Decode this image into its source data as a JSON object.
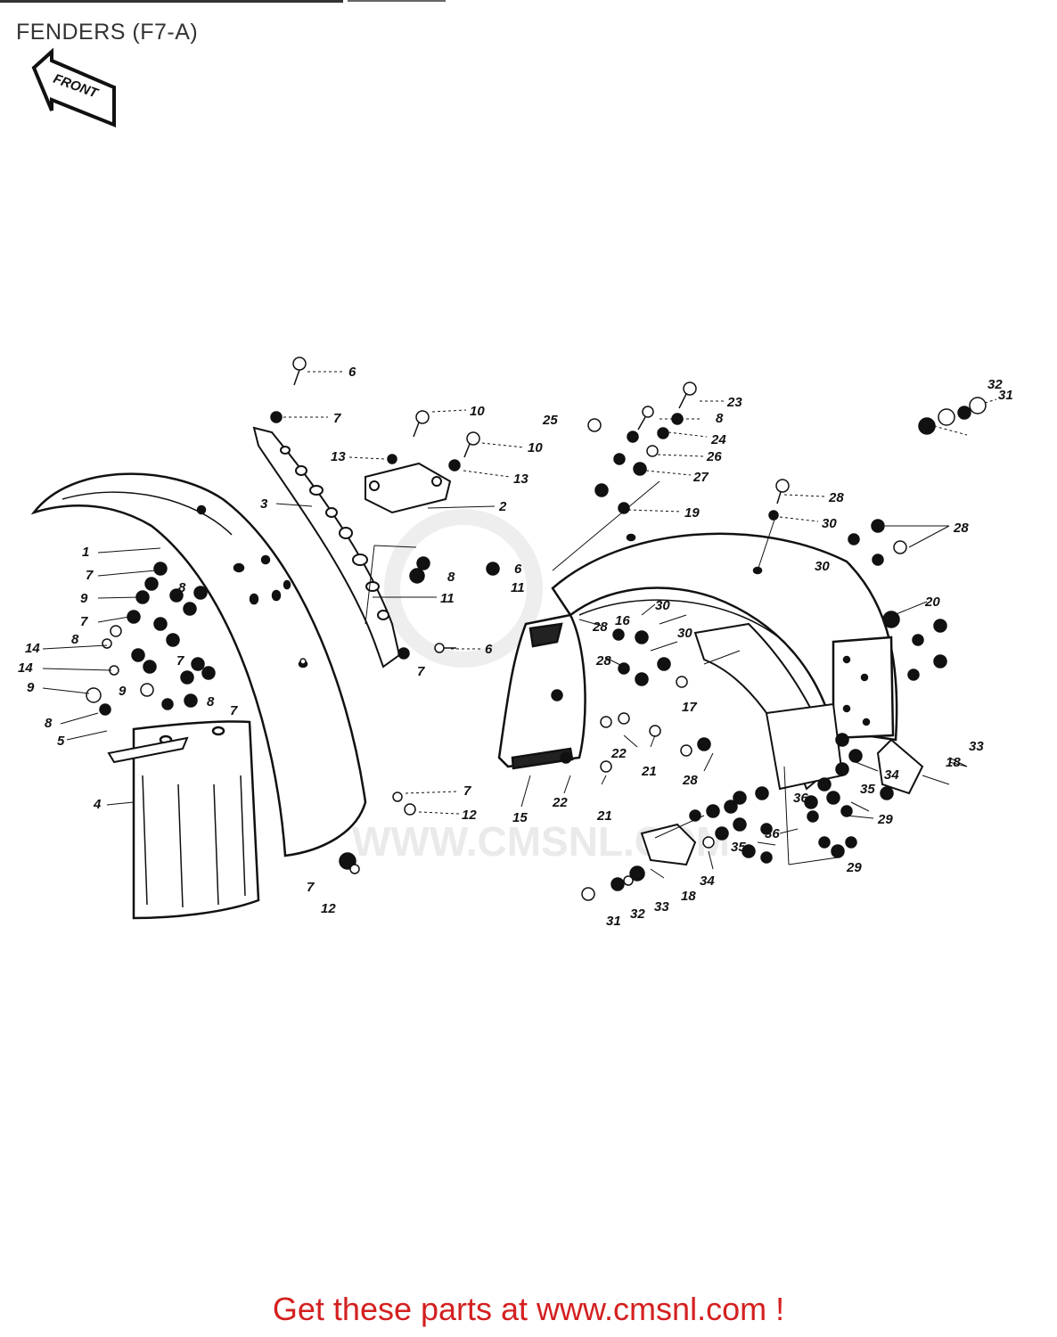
{
  "page": {
    "title": "FENDERS (F7-A)"
  },
  "badge": {
    "text": "FRONT"
  },
  "watermark": {
    "text": "WWW.CMSNL.COM"
  },
  "footer": {
    "text": "Get these parts at www.cmsnl.com !"
  },
  "callouts": [
    "1",
    "2",
    "3",
    "4",
    "5",
    "6",
    "7",
    "8",
    "9",
    "10",
    "11",
    "12",
    "13",
    "14",
    "15",
    "16",
    "17",
    "18",
    "19",
    "20",
    "21",
    "22",
    "23",
    "24",
    "25",
    "26",
    "27",
    "28",
    "29",
    "30",
    "31",
    "32",
    "33",
    "34",
    "35",
    "36"
  ],
  "colors": {
    "footer": "#d42020",
    "title": "#333333",
    "ink": "#111111"
  }
}
